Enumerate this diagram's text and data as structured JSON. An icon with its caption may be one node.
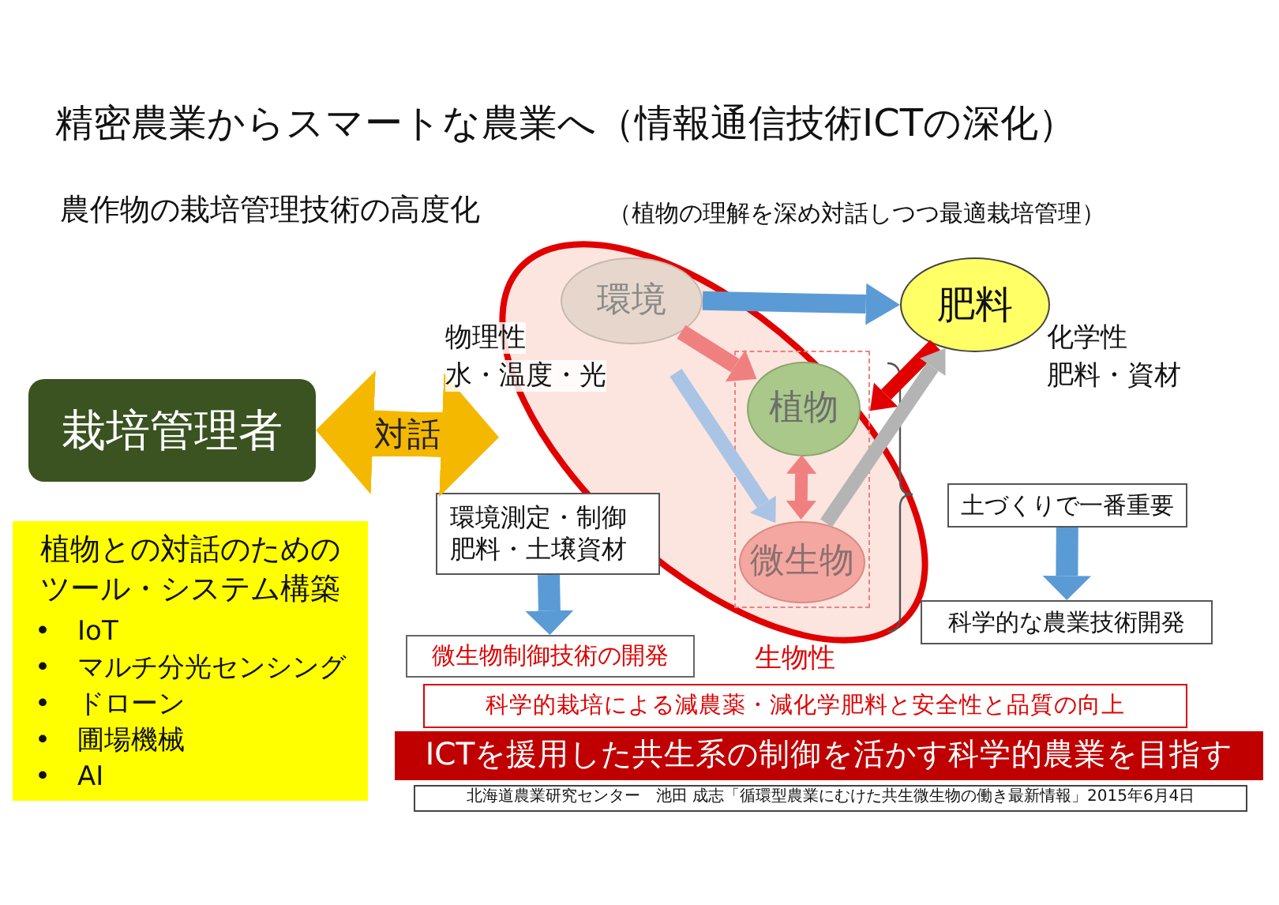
{
  "diagram": {
    "title": "精密農業からスマートな農業へ（情報通信技術ICTの深化）",
    "nodes": [
      {
        "text": [
          "栽培管理者"
        ]
      },
      {
        "text": [],
        "shape": "ellipse"
      },
      {
        "text": [
          "環境"
        ],
        "in": 1
      },
      {
        "text": [],
        "shape": "box",
        "in": 1
      },
      {
        "text": [
          "植物"
        ],
        "in": 3
      },
      {
        "text": [
          "微生物"
        ],
        "in": 3
      },
      {
        "text": [
          "肥料"
        ]
      },
      {
        "text": [
          "環境測定・制御肥料・土壌資材"
        ]
      },
      {
        "text": [
          "微生物制御技術の開発"
        ]
      },
      {
        "text": [
          "土づくりで一番重要"
        ]
      },
      {
        "text": [
          "科学的な農業技術開発"
        ]
      },
      {
        "text": [
          "植物との対話のためのツール・システム構築",
          "•　IoT",
          "•　マルチ分光センシング",
          "•　ドローン",
          "•　圃場機械",
          "•　AI"
        ]
      },
      {
        "text": [
          "科学的栽培による減農薬・減化学肥料と安全性と品質の向上"
        ]
      },
      {
        "text": [
          "ICTを援用した共生系の制御を活かす科学的農業を目指す"
        ]
      },
      {
        "text": [
          "北海道農業研究センター　池田 成志「循環型農業にむけた共生微生物の働き最新情報」2015年6月4日"
        ]
      }
    ],
    "edges": [
      {
        "from": 0,
        "to": 1,
        "arrow": "both",
        "label": "対話",
        "style": "thick",
        "color": "#f5b800"
      },
      {
        "from": 2,
        "to": 6,
        "arrow": "to"
      },
      {
        "from": 2,
        "to": 4,
        "arrow": "to",
        "color": "#f08080"
      },
      {
        "from": 6,
        "to": 3,
        "arrow": "to",
        "color": "#e00000"
      },
      {
        "from": 4,
        "to": 5,
        "arrow": "both",
        "color": "#f08080"
      },
      {
        "from": null,
        "to": 5,
        "arrow": "to",
        "color": "#a9c4e4"
      },
      {
        "from": 5,
        "to": 6,
        "arrow": "to",
        "color": "#b4b4b4"
      },
      {
        "from": 7,
        "to": 8,
        "arrow": "to"
      },
      {
        "from": 9,
        "to": 10,
        "arrow": "to"
      }
    ],
    "labels": [
      "農作物の栽培管理技術の高度化",
      "（植物の理解を深め対話しつつ最適栽培管理）",
      "物理性",
      "水・温度・光",
      "化学性",
      "肥料・資材",
      "生物性"
    ]
  }
}
